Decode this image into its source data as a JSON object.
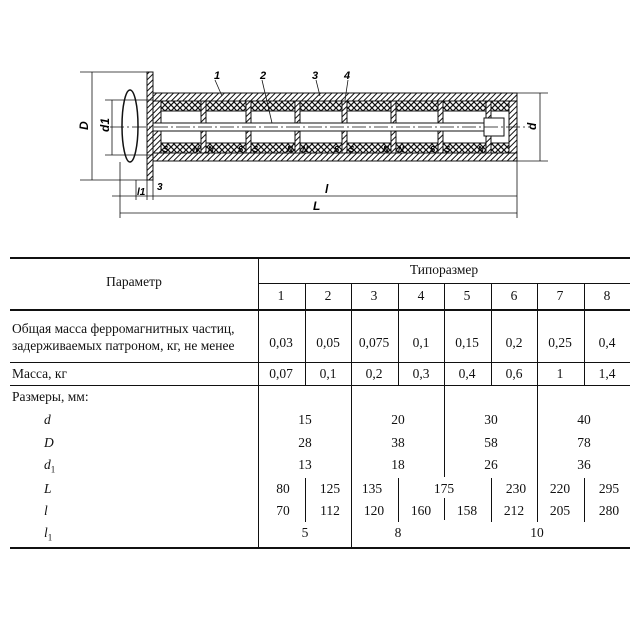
{
  "drawing": {
    "callouts": [
      "1",
      "2",
      "3",
      "4"
    ],
    "flange_callout": "3",
    "dims": {
      "D": "D",
      "d1": "d1",
      "d": "d",
      "l": "l",
      "L": "L",
      "l1": "l1"
    },
    "poles": [
      "S",
      "N",
      "N",
      "S",
      "S",
      "N",
      "N",
      "S",
      "S",
      "N",
      "N",
      "S",
      "S",
      "N"
    ]
  },
  "table": {
    "param_header": "Параметр",
    "type_header": "Типоразмер",
    "sizes": [
      "1",
      "2",
      "3",
      "4",
      "5",
      "6",
      "7",
      "8"
    ],
    "row_capacity": {
      "label": "Общая масса ферромагнитных частиц, задерживаемых патроном, кг, не менее",
      "line1": "Общая масса ферромагнитных частиц,",
      "line2": "задерживаемых патроном, кг, не менее",
      "values": [
        "0,03",
        "0,05",
        "0,075",
        "0,1",
        "0,15",
        "0,2",
        "0,25",
        "0,4"
      ]
    },
    "row_mass": {
      "label": "Масса, кг",
      "values": [
        "0,07",
        "0,1",
        "0,2",
        "0,3",
        "0,4",
        "0,6",
        "1",
        "1,4"
      ]
    },
    "dims_label": "Размеры, мм:",
    "d": {
      "label": "d",
      "values": [
        "15",
        "20",
        "30",
        "40"
      ]
    },
    "D": {
      "label": "D",
      "values": [
        "28",
        "38",
        "58",
        "78"
      ]
    },
    "d1": {
      "label": "d",
      "sub": "1",
      "values": [
        "13",
        "18",
        "26",
        "36"
      ]
    },
    "L": {
      "label": "L",
      "values": [
        "80",
        "125",
        "135",
        "175",
        "230",
        "220",
        "295"
      ]
    },
    "l": {
      "label": "l",
      "values": [
        "70",
        "112",
        "120",
        "160",
        "158",
        "212",
        "205",
        "280"
      ]
    },
    "l1": {
      "label": "l",
      "sub": "1",
      "values": [
        "5",
        "8",
        "10"
      ]
    }
  }
}
